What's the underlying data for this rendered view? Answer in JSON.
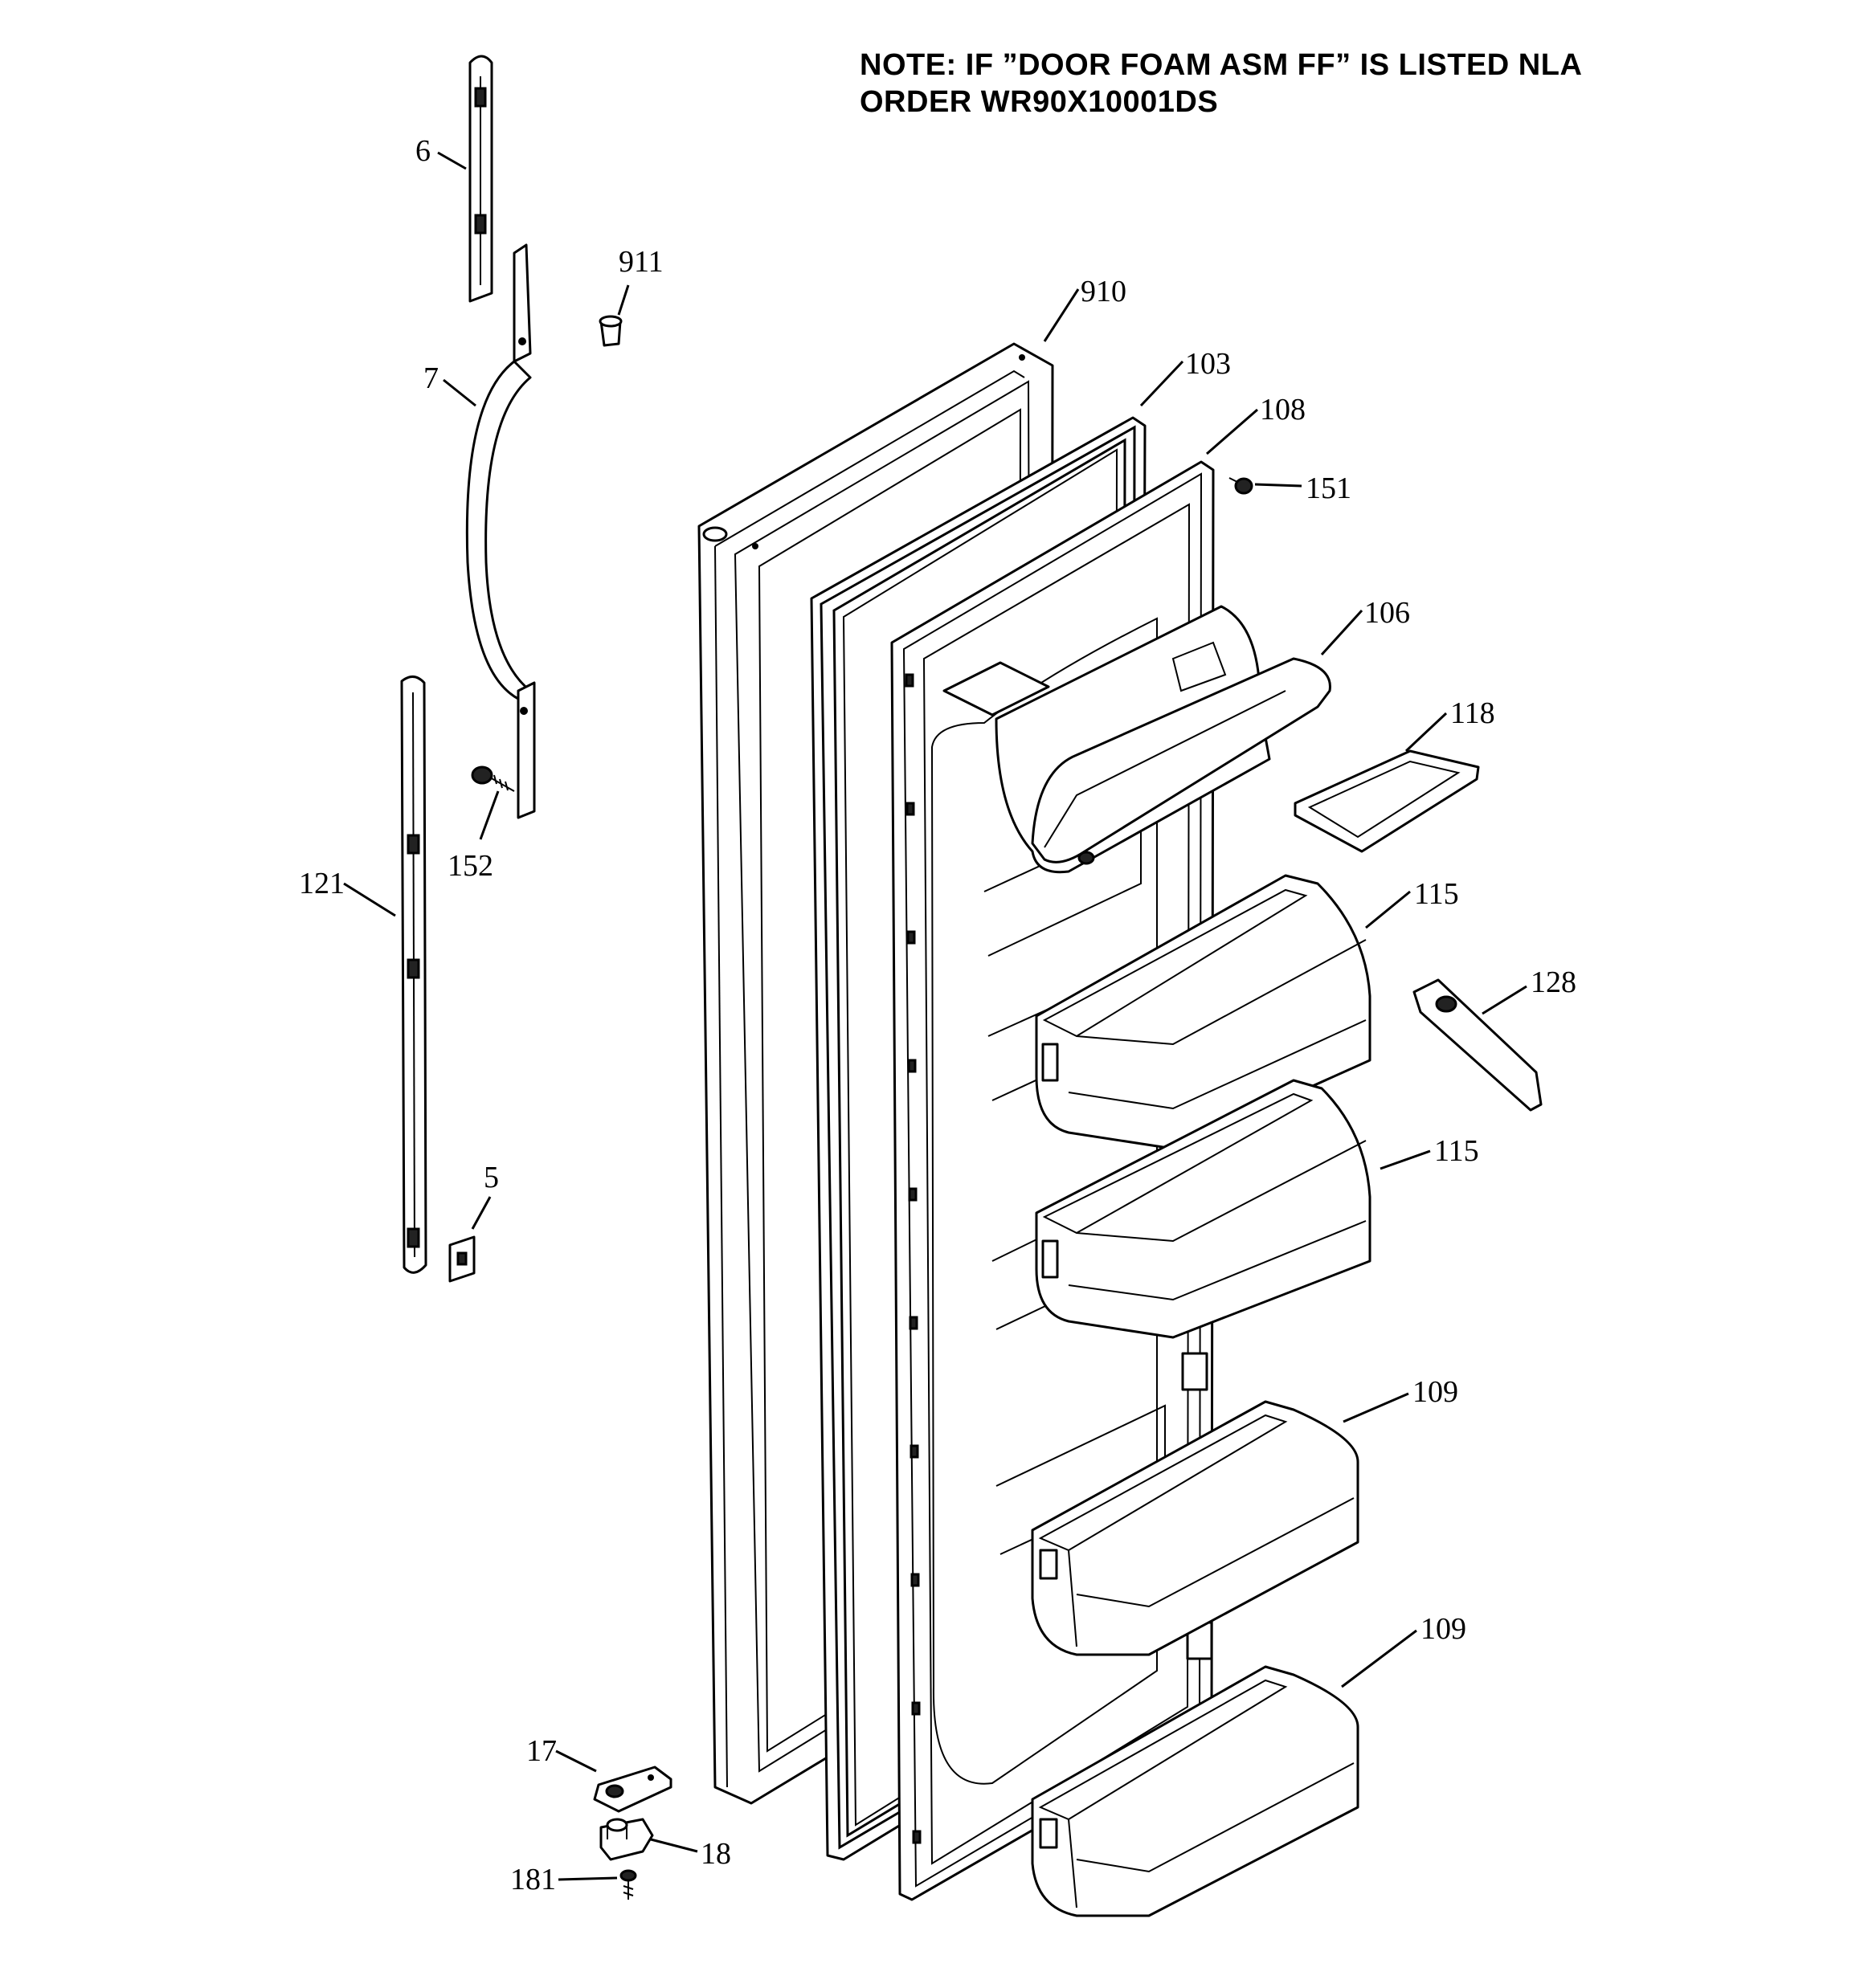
{
  "note": {
    "line1": "NOTE: IF ”DOOR FOAM ASM FF” IS LISTED NLA",
    "line2": "ORDER WR90X10001DS"
  },
  "callouts": {
    "c6": "6",
    "c7": "7",
    "c911": "911",
    "c910": "910",
    "c103": "103",
    "c108": "108",
    "c151": "151",
    "c106": "106",
    "c118": "118",
    "c152": "152",
    "c121": "121",
    "c115a": "115",
    "c128": "128",
    "c115b": "115",
    "c5": "5",
    "c109a": "109",
    "c109b": "109",
    "c17": "17",
    "c18": "18",
    "c181": "181"
  }
}
